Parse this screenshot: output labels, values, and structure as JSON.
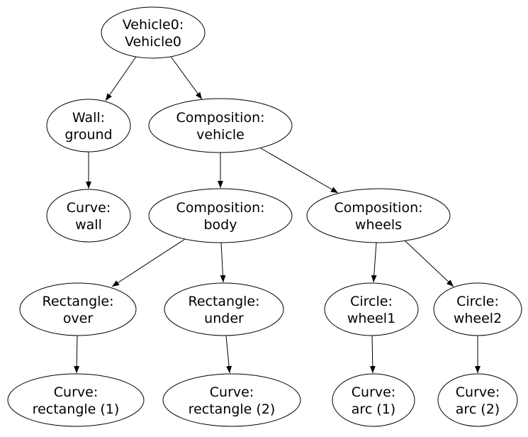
{
  "diagram": {
    "type": "directed-graph-tree",
    "background_color": "#ffffff",
    "node_stroke_color": "#000000",
    "edge_color": "#000000",
    "text_color": "#000000",
    "nodes": [
      {
        "id": "vehicle0",
        "line1": "Vehicle0:",
        "line2": "Vehicle0"
      },
      {
        "id": "wall-ground",
        "line1": "Wall:",
        "line2": "ground"
      },
      {
        "id": "composition-vehicle",
        "line1": "Composition:",
        "line2": "vehicle"
      },
      {
        "id": "curve-wall",
        "line1": "Curve:",
        "line2": "wall"
      },
      {
        "id": "composition-body",
        "line1": "Composition:",
        "line2": "body"
      },
      {
        "id": "composition-wheels",
        "line1": "Composition:",
        "line2": "wheels"
      },
      {
        "id": "rectangle-over",
        "line1": "Rectangle:",
        "line2": "over"
      },
      {
        "id": "rectangle-under",
        "line1": "Rectangle:",
        "line2": "under"
      },
      {
        "id": "circle-wheel1",
        "line1": "Circle:",
        "line2": "wheel1"
      },
      {
        "id": "circle-wheel2",
        "line1": "Circle:",
        "line2": "wheel2"
      },
      {
        "id": "curve-rectangle-1",
        "line1": "Curve:",
        "line2": "rectangle (1)"
      },
      {
        "id": "curve-rectangle-2",
        "line1": "Curve:",
        "line2": "rectangle (2)"
      },
      {
        "id": "curve-arc-1",
        "line1": "Curve:",
        "line2": "arc (1)"
      },
      {
        "id": "curve-arc-2",
        "line1": "Curve:",
        "line2": "arc (2)"
      }
    ],
    "edges": [
      {
        "from": "vehicle0",
        "to": "wall-ground"
      },
      {
        "from": "vehicle0",
        "to": "composition-vehicle"
      },
      {
        "from": "wall-ground",
        "to": "curve-wall"
      },
      {
        "from": "composition-vehicle",
        "to": "composition-body"
      },
      {
        "from": "composition-vehicle",
        "to": "composition-wheels"
      },
      {
        "from": "composition-body",
        "to": "rectangle-over"
      },
      {
        "from": "composition-body",
        "to": "rectangle-under"
      },
      {
        "from": "composition-wheels",
        "to": "circle-wheel1"
      },
      {
        "from": "composition-wheels",
        "to": "circle-wheel2"
      },
      {
        "from": "rectangle-over",
        "to": "curve-rectangle-1"
      },
      {
        "from": "rectangle-under",
        "to": "curve-rectangle-2"
      },
      {
        "from": "circle-wheel1",
        "to": "curve-arc-1"
      },
      {
        "from": "circle-wheel2",
        "to": "curve-arc-2"
      }
    ]
  }
}
